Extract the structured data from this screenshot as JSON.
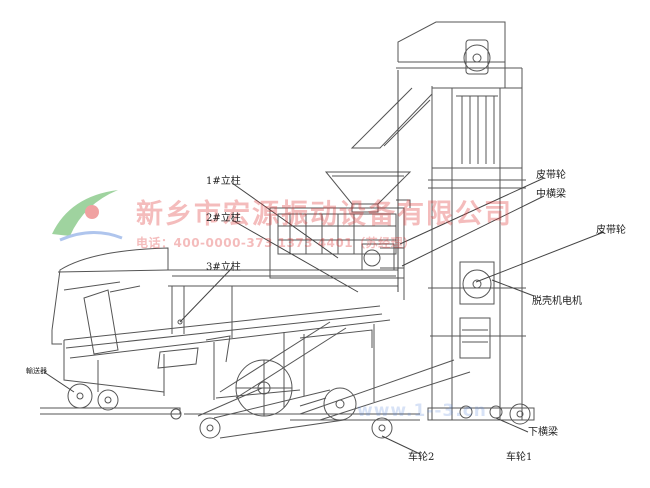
{
  "labels": {
    "pillar1": "1#立柱",
    "pillar2": "2#立柱",
    "pillar3": "3#立柱",
    "belt_pulley_top": "皮带轮",
    "middle_beam": "中横梁",
    "belt_pulley_right": "皮带轮",
    "huller_motor": "脱壳机电机",
    "lower_beam": "下横梁",
    "wheel1": "车轮1",
    "wheel2": "车轮2",
    "left_part": "輸送器"
  },
  "watermark": {
    "company": "新乡市宏源振动设备有限公司",
    "phone": "电话：400-0000-373  1373 4401（苏经理）",
    "site": "www.1--3.cn"
  },
  "colors": {
    "line": "#555555",
    "watermark_red": "#e03131",
    "watermark_green": "#2ca02c",
    "watermark_blue": "#4f7fd9"
  }
}
